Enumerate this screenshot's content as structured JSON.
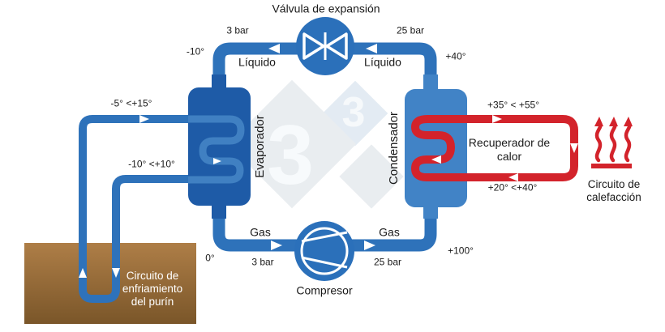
{
  "colors": {
    "pipe_blue": "#2e72ba",
    "evaporator_blue": "#1e5ba7",
    "condenser_blue": "#4183c6",
    "coil_blue": "#4080c2",
    "circuit_red": "#d3232b",
    "ground_brown_top": "#ae7e47",
    "ground_brown_bottom": "#7a5629",
    "watermark_gray": "#e9edf0",
    "text_black": "#1a1a1a",
    "text_white": "#ffffff"
  },
  "components": {
    "expansion_valve": "Válvula de expansión",
    "evaporator": "Evaporador",
    "condenser": "Condensador",
    "compressor": "Compresor",
    "heat_recovery_line1": "Recuperador de",
    "heat_recovery_line2": "calor"
  },
  "top_line": {
    "temp_left": "-10°",
    "pressure_left": "3 bar",
    "state_left": "Líquido",
    "state_right": "Líquido",
    "pressure_right": "25 bar",
    "temp_right": "+40°"
  },
  "bottom_line": {
    "temp_left": "0°",
    "pressure_left": "3 bar",
    "state_left": "Gas",
    "state_right": "Gas",
    "pressure_right": "25 bar",
    "temp_right": "+100°"
  },
  "slurry_circuit": {
    "temp_top": "-5° <+15°",
    "temp_bottom": "-10° <+10°",
    "label_line1": "Circuito de",
    "label_line2": "enfriamiento",
    "label_line3": "del purín"
  },
  "heating_circuit": {
    "temp_top": "+35° < +55°",
    "temp_bottom": "+20° <+40°",
    "label_line1": "Circuito de",
    "label_line2": "calefacción"
  },
  "watermark": {
    "digit_large": "3",
    "digit_small": "3"
  }
}
